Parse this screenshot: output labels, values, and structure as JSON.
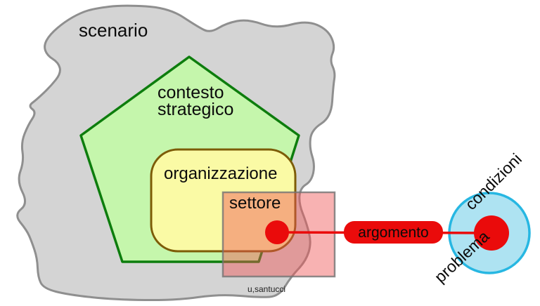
{
  "diagram": {
    "scenario_label": "scenario",
    "contesto_label": "contesto\nstrategico",
    "organizzazione_label": "organizzazione",
    "settore_label": "settore",
    "argomento_label": "argomento",
    "condizioni_label": "condizioni",
    "problema_label": "problema",
    "credit": "u,santucci"
  },
  "colors": {
    "scenario_fill": "#d4d4d4",
    "scenario_stroke": "#8f8f8f",
    "contesto_fill": "#c5f6ac",
    "contesto_stroke": "#0d7d0d",
    "organizzazione_fill": "#fafaa5",
    "organizzazione_stroke": "#7d5c07",
    "settore_fill": "rgba(240,85,85,0.45)",
    "settore_stroke": "rgba(115,115,115,0.8)",
    "accent_red": "#ea0b0b",
    "condizioni_fill": "#aee3f2",
    "condizioni_stroke": "#27b7e2",
    "text": "#0b0b0b"
  }
}
